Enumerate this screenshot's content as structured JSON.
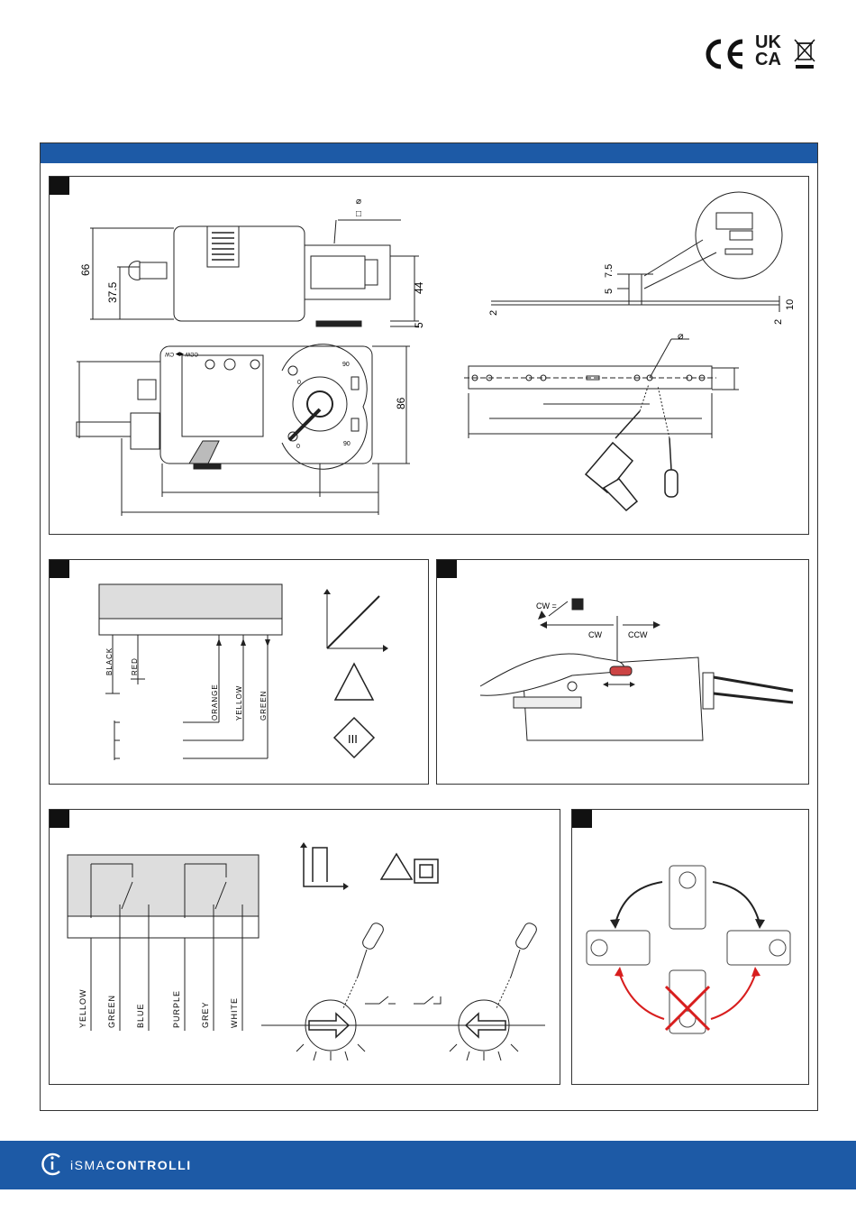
{
  "certifications": {
    "ce": "CE",
    "ukca_top": "UK",
    "ukca_bottom": "CA"
  },
  "panel1": {
    "dims": {
      "d66": "66",
      "d375": "37.5",
      "d44": "44",
      "d5a": "5",
      "d86": "86",
      "d75": "7.5",
      "d5b": "5",
      "d10": "10",
      "d2a": "2",
      "d2b": "2",
      "dia_a": "⌀",
      "dia_b": "⌀",
      "square": "□"
    },
    "scale_labels": {
      "ccw_cw": "CCW ◀▶ CW",
      "zero_a": "0",
      "zero_b": "0",
      "ninety_a": "90",
      "ninety_b": "90"
    }
  },
  "panel2": {
    "wires_left": [
      "BLACK",
      "RED"
    ],
    "wires_right": [
      "ORANGE",
      "YELLOW",
      "GREEN"
    ],
    "class_symbol": "III"
  },
  "panel3": {
    "cw_label": "CW =",
    "arrow_cw": "CW",
    "arrow_ccw": "CCW"
  },
  "panel4": {
    "wires": [
      "YELLOW",
      "GREEN",
      "BLUE",
      "PURPLE",
      "GREY",
      "WHITE"
    ]
  },
  "footer": {
    "brand_light": "iSMA",
    "brand_bold": "CONTROLLI"
  },
  "colors": {
    "brand_blue": "#1d5aa6",
    "forbidden_red": "#d81e1e"
  }
}
